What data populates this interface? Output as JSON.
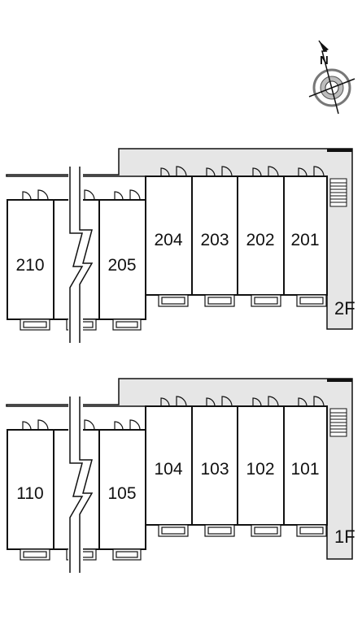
{
  "compass": {
    "north_label": "N"
  },
  "floors": [
    {
      "id": "2f",
      "label": "2F",
      "units": [
        "210",
        "205",
        "204",
        "203",
        "202",
        "201"
      ]
    },
    {
      "id": "1f",
      "label": "1F",
      "units": [
        "110",
        "105",
        "104",
        "103",
        "102",
        "101"
      ]
    }
  ],
  "colors": {
    "corridor": "#e6e6e6",
    "wall": "#111111",
    "room": "#ffffff"
  }
}
